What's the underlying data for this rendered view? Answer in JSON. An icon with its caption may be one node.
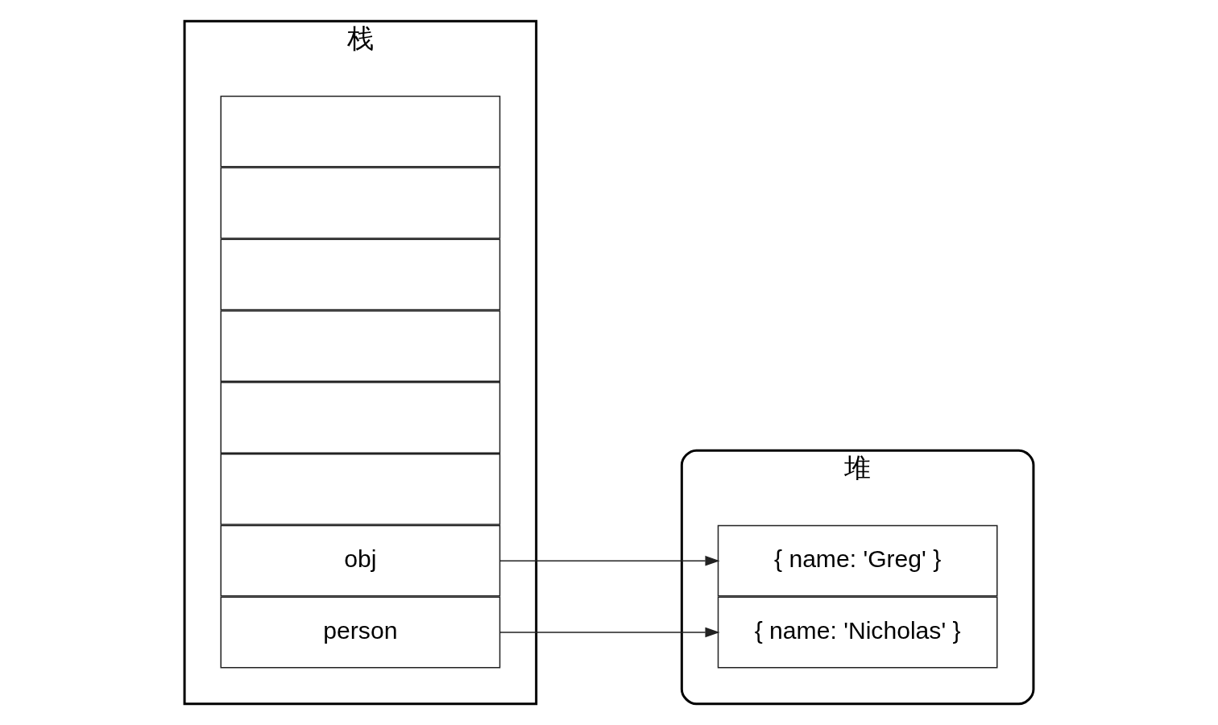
{
  "diagram": {
    "nodes": [
      {
        "text": [
          "栈"
        ]
      },
      {
        "text": [],
        "shape": "box",
        "in": 0
      },
      {
        "text": [],
        "shape": "box",
        "in": 0
      },
      {
        "text": [],
        "shape": "box",
        "in": 0
      },
      {
        "text": [],
        "shape": "box",
        "in": 0
      },
      {
        "text": [],
        "shape": "box",
        "in": 0
      },
      {
        "text": [],
        "shape": "box",
        "in": 0
      },
      {
        "text": [
          "obj"
        ],
        "in": 0
      },
      {
        "text": [
          "person"
        ],
        "in": 0
      },
      {
        "text": [
          "堆"
        ]
      },
      {
        "text": [
          "{ name: 'Nicholas' }"
        ],
        "in": 9
      },
      {
        "text": [
          "{ name: 'Greg' }"
        ],
        "in": 9
      }
    ],
    "edges": [
      {
        "from": 7,
        "to": 11,
        "arrow": "to"
      },
      {
        "from": 8,
        "to": 10,
        "arrow": "to"
      }
    ]
  }
}
